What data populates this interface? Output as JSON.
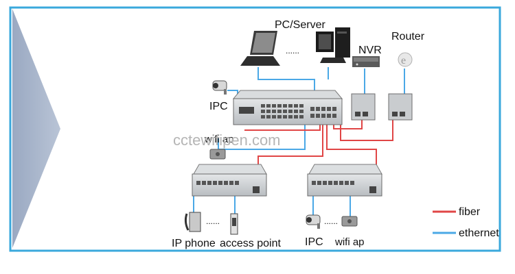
{
  "labels": {
    "pc_server": "PC/Server",
    "nvr": "NVR",
    "router": "Router",
    "ipc_top": "IPC",
    "wifi_ap_mid": "wifi ap",
    "ip_phone": "IP phone",
    "access_point": "access point",
    "ipc_bottom": "IPC",
    "wifi_ap_bottom": "wifi ap",
    "dots": "......"
  },
  "legend": {
    "fiber": "fiber",
    "ethernet": "ethernet"
  },
  "watermark": "cctewifipen.com",
  "colors": {
    "frame": "#3aa8dc",
    "fiber": "#e04545",
    "ethernet": "#4aa8e6",
    "arrow": "#a6b3c9",
    "device_dark": "#333333",
    "switch_body": "#cfd2d4"
  }
}
